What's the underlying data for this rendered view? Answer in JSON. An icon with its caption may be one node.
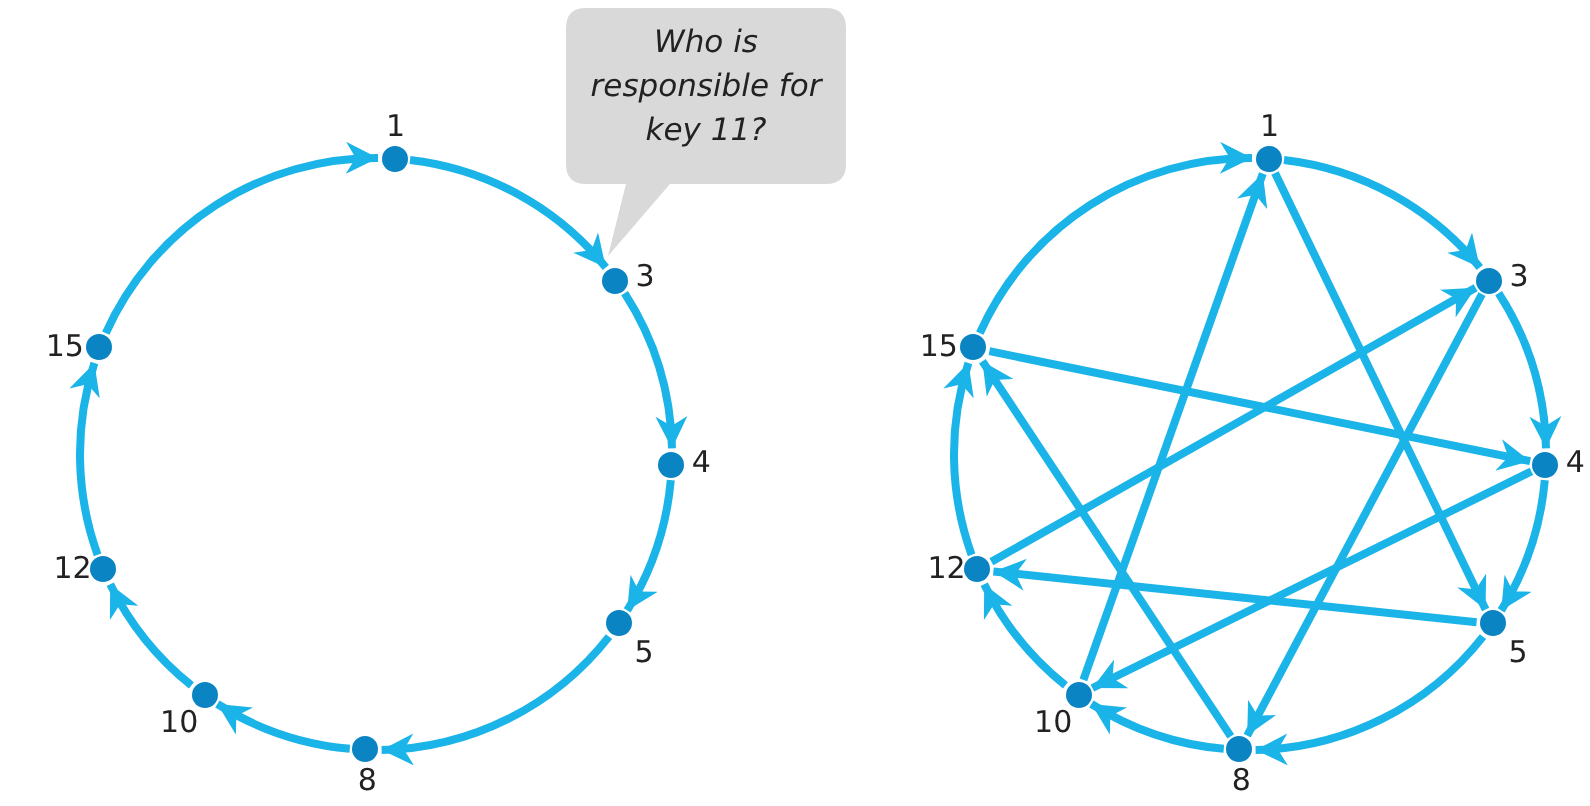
{
  "diagram": {
    "nodes": [
      {
        "text": [
          "1"
        ]
      },
      {
        "text": [
          "3"
        ]
      },
      {
        "text": [
          "4"
        ]
      },
      {
        "text": [
          "5"
        ]
      },
      {
        "text": [
          "8"
        ]
      },
      {
        "text": [
          "10"
        ]
      },
      {
        "text": [
          "12"
        ]
      },
      {
        "text": [
          "15"
        ]
      },
      {
        "text": [
          "Who is responsible for key 11?"
        ]
      },
      {
        "text": [
          "1"
        ]
      },
      {
        "text": [
          "3"
        ]
      },
      {
        "text": [
          "4"
        ]
      },
      {
        "text": [
          "5"
        ]
      },
      {
        "text": [
          "8"
        ]
      },
      {
        "text": [
          "10"
        ]
      },
      {
        "text": [
          "12"
        ]
      },
      {
        "text": [
          "15"
        ]
      }
    ],
    "edges": [
      {
        "from": 0,
        "to": 1,
        "arrow": "to"
      },
      {
        "from": 1,
        "to": 2,
        "arrow": "to"
      },
      {
        "from": 2,
        "to": 3,
        "arrow": "to"
      },
      {
        "from": 3,
        "to": 4,
        "arrow": "to"
      },
      {
        "from": 4,
        "to": 5,
        "arrow": "to"
      },
      {
        "from": 5,
        "to": 6,
        "arrow": "to"
      },
      {
        "from": 6,
        "to": 7,
        "arrow": "to"
      },
      {
        "from": 7,
        "to": 0,
        "arrow": "to"
      },
      {
        "from": 9,
        "to": 10,
        "arrow": "to"
      },
      {
        "from": 10,
        "to": 11,
        "arrow": "to"
      },
      {
        "from": 11,
        "to": 12,
        "arrow": "to"
      },
      {
        "from": 12,
        "to": 13,
        "arrow": "to"
      },
      {
        "from": 13,
        "to": 14,
        "arrow": "to"
      },
      {
        "from": 14,
        "to": 15,
        "arrow": "to"
      },
      {
        "from": 15,
        "to": 16,
        "arrow": "to"
      },
      {
        "from": 16,
        "to": 9,
        "arrow": "to"
      },
      {
        "from": 9,
        "to": 12,
        "arrow": "to"
      },
      {
        "from": 14,
        "to": 9,
        "arrow": "to"
      },
      {
        "from": 16,
        "to": 11,
        "arrow": "to"
      },
      {
        "from": 15,
        "to": 10,
        "arrow": "to"
      },
      {
        "from": 10,
        "to": 13,
        "arrow": "to"
      },
      {
        "from": 11,
        "to": 14,
        "arrow": "to"
      },
      {
        "from": 12,
        "to": 15,
        "arrow": "to"
      },
      {
        "from": 13,
        "to": 16,
        "arrow": "to"
      }
    ]
  }
}
